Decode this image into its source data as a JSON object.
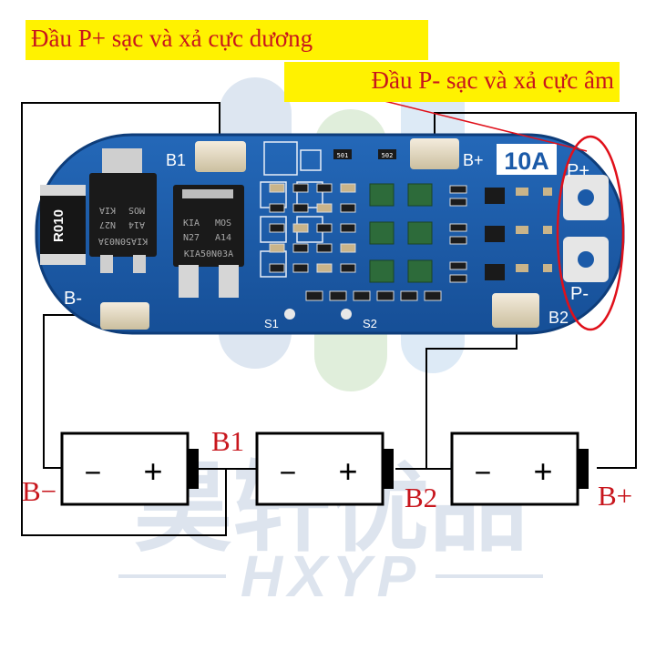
{
  "labels": {
    "p_plus": "Đầu P+ sạc và xả cực dương",
    "p_minus": "Đầu P- sạc và xả cực âm"
  },
  "board": {
    "pads": {
      "b1": "B1",
      "b_plus": "B+",
      "rating": "10A",
      "p_plus": "P+",
      "p_minus": "P-",
      "b_minus": "B-",
      "b2": "B2",
      "s1": "S1",
      "s2": "S2"
    },
    "chips": {
      "resistor": "R010",
      "mos_left_line1": "KIA50N03A",
      "mos_left_line2": "N27",
      "mos_left_line3": "A14",
      "mos_left_line4": "KIA",
      "mos_left_line5": "MOS",
      "mos_right_line1": "KIA",
      "mos_right_line2": "MOS",
      "mos_right_line3": "N27",
      "mos_right_line4": "A14",
      "mos_right_line5": "KIA50N03A",
      "smd_code_1": "501",
      "smd_code_2": "502"
    }
  },
  "batteries": {
    "minus": "−",
    "plus": "+"
  },
  "nodes": {
    "b_minus": "B−",
    "b1": "B1",
    "b2": "B2",
    "b_plus": "B+"
  },
  "watermark": {
    "chinese": "昊轩优品",
    "latin": "HXYP"
  },
  "colors": {
    "pcb_blue": "#1b5aa8",
    "pcb_edge": "#0e3d7a",
    "label_yellow": "#fff200",
    "label_red": "#c8161d",
    "wire": "#000000",
    "highlight_ring": "#e0101a"
  }
}
